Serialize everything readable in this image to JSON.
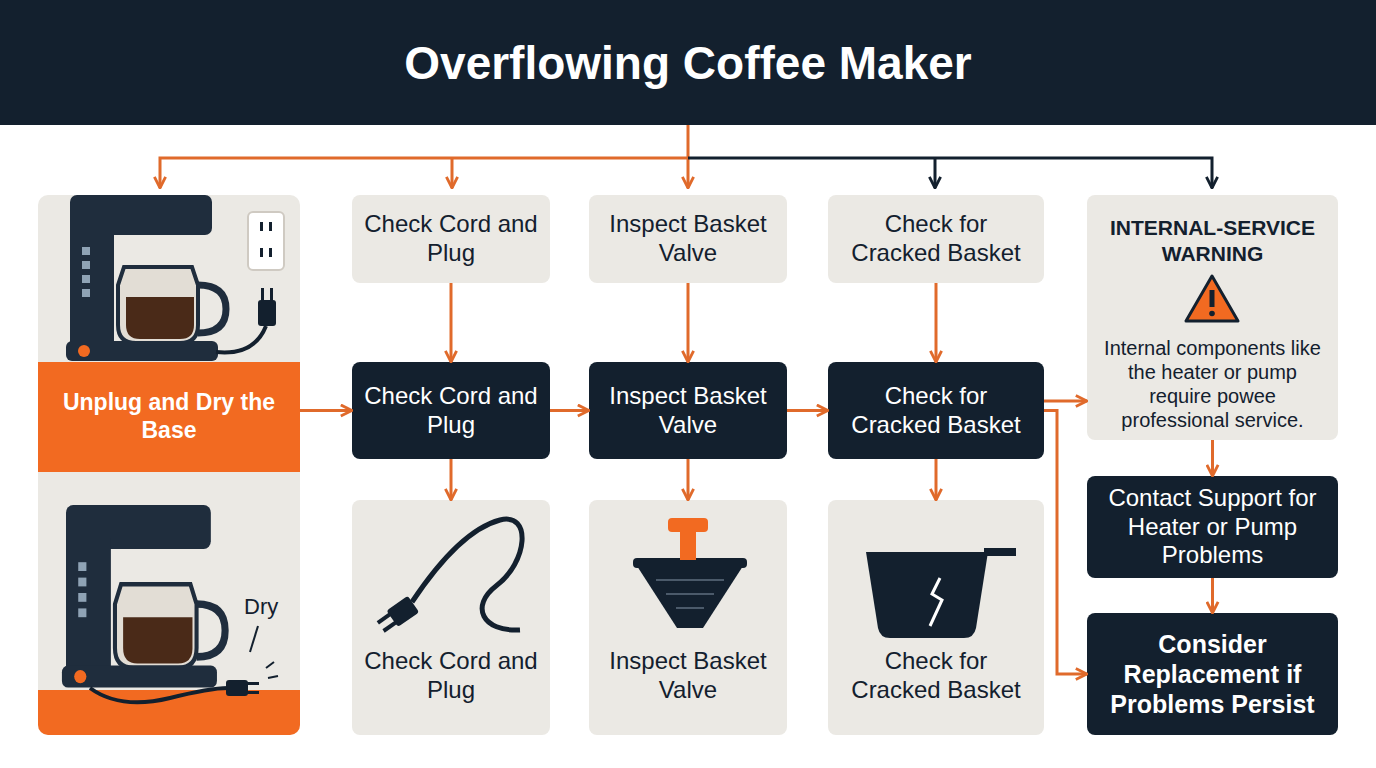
{
  "diagram": {
    "title": "Overflowing Coffee Maker",
    "nodes": [
      {
        "text": [
          "Unplug and Dry the Base"
        ]
      },
      {
        "text": [
          "Check Cord and Plug"
        ]
      },
      {
        "text": [
          "Check Cord and Plug"
        ]
      },
      {
        "text": [
          "Check Cord and Plug"
        ]
      },
      {
        "text": [
          "Inspect Basket Valve"
        ]
      },
      {
        "text": [
          "Inspect Basket Valve"
        ]
      },
      {
        "text": [
          "Inspect Basket Valve"
        ]
      },
      {
        "text": [
          "Check for Cracked Basket"
        ]
      },
      {
        "text": [
          "Check for Cracked Basket"
        ]
      },
      {
        "text": [
          "Check for Cracked Basket"
        ]
      },
      {
        "text": [
          "INTERNAL-SERVICE WARNING",
          "Internal components like the heater or pump require powee professional service."
        ]
      },
      {
        "text": [
          "Contact Support for Heater or Pump Problems"
        ]
      },
      {
        "text": [
          "Consider Replacement if Problems Persist"
        ]
      }
    ],
    "edges": [
      {
        "from": 1,
        "to": 2,
        "arrow": "to"
      },
      {
        "from": 2,
        "to": 3,
        "arrow": "to"
      },
      {
        "from": 4,
        "to": 5,
        "arrow": "to"
      },
      {
        "from": 5,
        "to": 6,
        "arrow": "to"
      },
      {
        "from": 7,
        "to": 8,
        "arrow": "to"
      },
      {
        "from": 8,
        "to": 9,
        "arrow": "to"
      },
      {
        "from": 0,
        "to": 2,
        "arrow": "to"
      },
      {
        "from": 2,
        "to": 5,
        "arrow": "to"
      },
      {
        "from": 5,
        "to": 8,
        "arrow": "to"
      },
      {
        "from": 8,
        "to": 10,
        "arrow": "to"
      },
      {
        "from": 8,
        "to": 12,
        "arrow": "to"
      },
      {
        "from": 10,
        "to": 11,
        "arrow": "to"
      },
      {
        "from": 11,
        "to": 12,
        "arrow": "to"
      }
    ],
    "labels": [
      "Dry"
    ]
  }
}
